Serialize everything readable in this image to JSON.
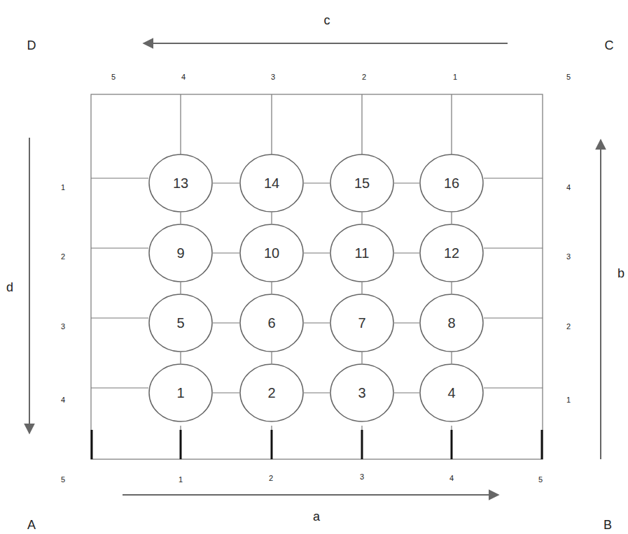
{
  "diagram": {
    "nodes": [
      {
        "text": [
          "13"
        ]
      },
      {
        "text": [
          "14"
        ]
      },
      {
        "text": [
          "15"
        ]
      },
      {
        "text": [
          "16"
        ]
      },
      {
        "text": [
          "9"
        ]
      },
      {
        "text": [
          "10"
        ]
      },
      {
        "text": [
          "11"
        ]
      },
      {
        "text": [
          "12"
        ]
      },
      {
        "text": [
          "5"
        ]
      },
      {
        "text": [
          "6"
        ]
      },
      {
        "text": [
          "7"
        ]
      },
      {
        "text": [
          "8"
        ]
      },
      {
        "text": [
          "1"
        ]
      },
      {
        "text": [
          "2"
        ]
      },
      {
        "text": [
          "3"
        ]
      },
      {
        "text": [
          "4"
        ]
      }
    ],
    "edges": [
      {
        "from": 0,
        "to": 1,
        "arrow": "none"
      },
      {
        "from": 1,
        "to": 2,
        "arrow": "none"
      },
      {
        "from": 2,
        "to": 3,
        "arrow": "none"
      },
      {
        "from": 4,
        "to": 5,
        "arrow": "none"
      },
      {
        "from": 5,
        "to": 6,
        "arrow": "none"
      },
      {
        "from": 6,
        "to": 7,
        "arrow": "none"
      },
      {
        "from": 8,
        "to": 9,
        "arrow": "none"
      },
      {
        "from": 9,
        "to": 10,
        "arrow": "none"
      },
      {
        "from": 10,
        "to": 11,
        "arrow": "none"
      },
      {
        "from": 12,
        "to": 13,
        "arrow": "none"
      },
      {
        "from": 13,
        "to": 14,
        "arrow": "none"
      },
      {
        "from": 14,
        "to": 15,
        "arrow": "none"
      },
      {
        "from": 0,
        "to": 4,
        "arrow": "none"
      },
      {
        "from": 4,
        "to": 8,
        "arrow": "none"
      },
      {
        "from": 8,
        "to": 12,
        "arrow": "none"
      },
      {
        "from": 1,
        "to": 5,
        "arrow": "none"
      },
      {
        "from": 5,
        "to": 9,
        "arrow": "none"
      },
      {
        "from": 9,
        "to": 13,
        "arrow": "none"
      },
      {
        "from": 2,
        "to": 6,
        "arrow": "none"
      },
      {
        "from": 6,
        "to": 10,
        "arrow": "none"
      },
      {
        "from": 10,
        "to": 14,
        "arrow": "none"
      },
      {
        "from": 3,
        "to": 7,
        "arrow": "none"
      },
      {
        "from": 7,
        "to": 11,
        "arrow": "none"
      },
      {
        "from": 11,
        "to": 15,
        "arrow": "none"
      }
    ],
    "labels": [
      "c",
      "D",
      "C",
      "5",
      "4",
      "3",
      "2",
      "1",
      "5",
      "1",
      "4",
      "2",
      "3",
      "b",
      "d",
      "3",
      "2",
      "4",
      "1",
      "5",
      "1",
      "2",
      "3",
      "4",
      "5",
      "a",
      "A",
      "B"
    ]
  }
}
